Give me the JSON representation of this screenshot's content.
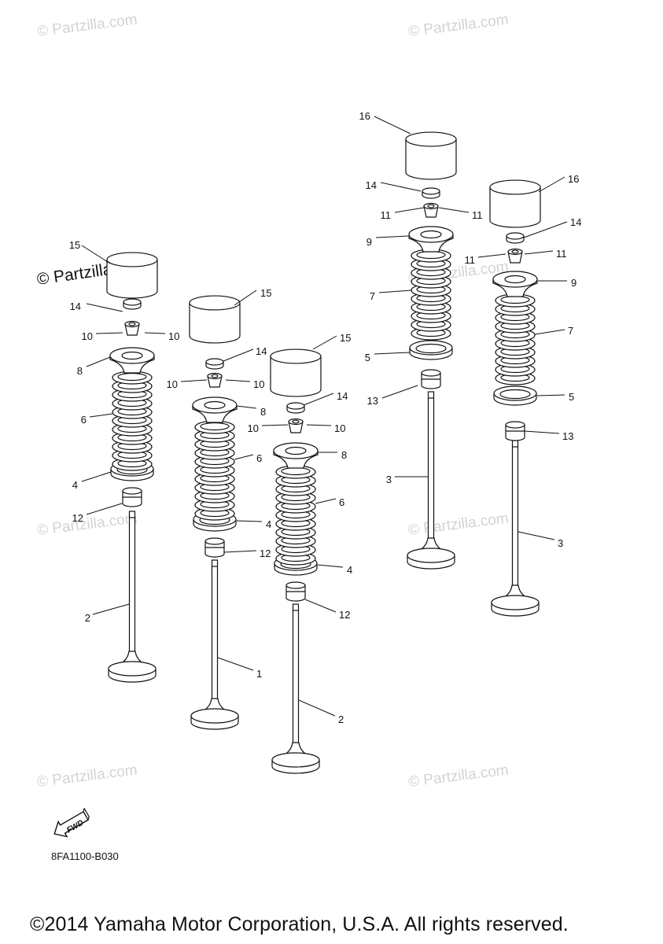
{
  "diagram": {
    "code": "8FA1100-B030",
    "copyright": "©2014 Yamaha Motor Corporation, U.S.A. All rights reserved.",
    "fwd_label": "FWD",
    "watermark": "© Partzilla.com",
    "colors": {
      "line": "#111111",
      "watermark": "#d3d3d3",
      "background": "#ffffff"
    },
    "parts": [
      {
        "ref": "1",
        "label": "1"
      },
      {
        "ref": "2",
        "label": "2"
      },
      {
        "ref": "3",
        "label": "3"
      },
      {
        "ref": "4",
        "label": "4"
      },
      {
        "ref": "5",
        "label": "5"
      },
      {
        "ref": "6",
        "label": "6"
      },
      {
        "ref": "7",
        "label": "7"
      },
      {
        "ref": "8",
        "label": "8"
      },
      {
        "ref": "9",
        "label": "9"
      },
      {
        "ref": "10",
        "label": "10"
      },
      {
        "ref": "11",
        "label": "11"
      },
      {
        "ref": "12",
        "label": "12"
      },
      {
        "ref": "13",
        "label": "13"
      },
      {
        "ref": "14",
        "label": "14"
      },
      {
        "ref": "15",
        "label": "15"
      },
      {
        "ref": "16",
        "label": "16"
      }
    ]
  }
}
